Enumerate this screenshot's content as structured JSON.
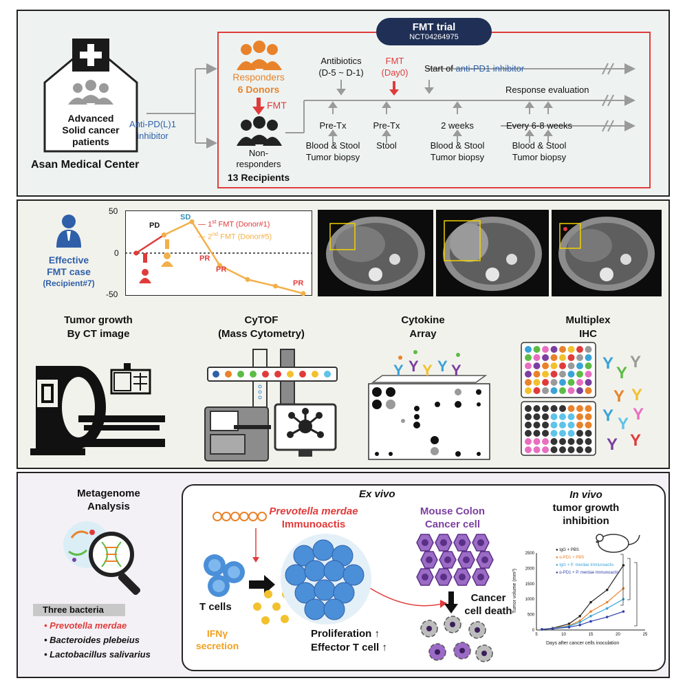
{
  "colors": {
    "orange": "#e8832b",
    "red": "#e03b3b",
    "blue": "#2f5fa8",
    "purple": "#7b3fa0",
    "dark": "#1f2f55",
    "gray": "#9a9a9a",
    "yellow": "#f2c12e"
  },
  "top": {
    "institution": "Asan Medical Center",
    "patients": [
      "Advanced",
      "Solid cancer",
      "patients"
    ],
    "inhibitor": [
      "Anti-PD(L)1",
      "inhibitor"
    ],
    "trial_title": "FMT trial",
    "trial_id": "NCT04264975",
    "responders": "Responders",
    "donors": "6 Donors",
    "fmt": "FMT",
    "nonresponders": [
      "Non-",
      "responders"
    ],
    "recipients": "13 Recipients",
    "antibiotics": [
      "Antibiotics",
      "(D-5 ~ D-1)"
    ],
    "fmt_day": [
      "FMT",
      "(Day0)"
    ],
    "start_prefix": "Start of ",
    "start_drug": "anti-PD1 inhibitor",
    "response_eval": "Response evaluation",
    "timepoints": [
      {
        "label": "Pre-Tx",
        "samples": [
          "Blood & Stool",
          "Tumor biopsy"
        ]
      },
      {
        "label": "Pre-Tx",
        "samples": [
          "Stool"
        ]
      },
      {
        "label": "2 weeks",
        "samples": [
          "Blood & Stool",
          "Tumor biopsy"
        ]
      },
      {
        "label": "Every 6-8 weeks",
        "samples": [
          "Blood & Stool",
          "Tumor biopsy"
        ]
      }
    ]
  },
  "middle": {
    "case": [
      "Effective",
      "FMT case"
    ],
    "recipient": "(Recipient#7)",
    "chart_data": {
      "type": "line",
      "ylim": [
        -50,
        50
      ],
      "yticks": [
        "50",
        "0",
        "-50"
      ],
      "series": [
        {
          "name": "1st FMT (Donor#1)",
          "color": "#e03b3b",
          "points": [
            [
              0,
              0
            ],
            [
              1,
              22
            ]
          ]
        },
        {
          "name": "2nd FMT (Donor#5)",
          "color": "#f2b04a",
          "points": [
            [
              1,
              22
            ],
            [
              2,
              38
            ],
            [
              3,
              -15
            ],
            [
              4,
              -32
            ],
            [
              5,
              -40
            ],
            [
              6,
              -49
            ]
          ]
        }
      ],
      "annotations": [
        "PD",
        "SD",
        "PR",
        "PR",
        "PR"
      ],
      "legend": [
        {
          "pre": "1",
          "sup": "st",
          "post": " FMT (Donor#1)"
        },
        {
          "pre": "2",
          "sup": "nd",
          "post": " FMT (Donor#5)"
        }
      ]
    },
    "methods": [
      {
        "title": [
          "Tumor growth",
          "By CT image"
        ]
      },
      {
        "title": [
          "CyTOF",
          "(Mass Cytometry)"
        ]
      },
      {
        "title": [
          "Cytokine",
          "Array"
        ]
      },
      {
        "title": [
          "Multiplex",
          "IHC"
        ]
      }
    ]
  },
  "bottom": {
    "metagenome": [
      "Metagenome",
      "Analysis"
    ],
    "three_bacteria": "Three bacteria",
    "bacteria": [
      "Prevotella merdae",
      "Bacteroides plebeius",
      "Lactobacillus salivarius"
    ],
    "ex_vivo": "Ex vivo",
    "prevotella": [
      "Prevotella merdae",
      "Immunoactis"
    ],
    "tcells": "T cells",
    "ifn": [
      "IFNγ",
      "secretion"
    ],
    "proliferation": [
      "Proliferation ↑",
      "Effector T cell ↑"
    ],
    "mouse_colon": [
      "Mouse Colon",
      "Cancer cell"
    ],
    "cancer_death": [
      "Cancer",
      "cell death"
    ],
    "in_vivo": "In vivo",
    "tumor_growth": [
      "tumor growth",
      "inhibition"
    ],
    "growth_chart": {
      "ylabel": "Tumor volume (mm³)",
      "xlabel": "Days after cancer cells inoculation",
      "yticks": [
        "0",
        "500",
        "1000",
        "1500",
        "2000",
        "2500"
      ],
      "xticks": [
        "5",
        "10",
        "15",
        "20",
        "25"
      ],
      "legend": [
        "IgG + PBS",
        "α-PD1 + PBS",
        "IgG + P. merdae Immunoactis",
        "α-PD1 + P. merdae Immunoactis"
      ]
    }
  }
}
